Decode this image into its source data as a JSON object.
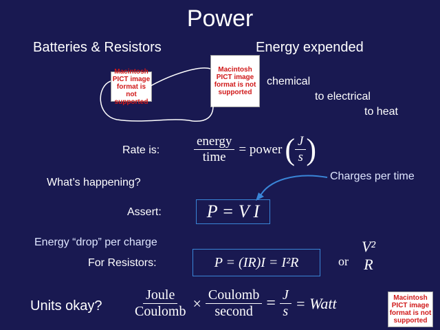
{
  "title": "Power",
  "subtitle_left": "Batteries & Resistors",
  "subtitle_right": "Energy expended",
  "pict_placeholder": "Macintosh PICT image format is not supported",
  "conversion": {
    "line1": "chemical",
    "line2": "to electrical",
    "line3": "to heat"
  },
  "rate_label": "Rate is:",
  "rate_eq": {
    "num": "energy",
    "den": "time",
    "equals": "= power",
    "unit_num": "J",
    "unit_den": "s"
  },
  "charges_per_time": "Charges per time",
  "whats_happening": "What’s happening?",
  "assert_label": "Assert:",
  "assert_eq": "P = V I",
  "energy_drop": "Energy “drop” per charge",
  "for_resistors": "For Resistors:",
  "resistor_eq": "P = (IR)I = I²R",
  "or_text": "or",
  "alt_eq": {
    "num": "V²",
    "den": "R"
  },
  "units_label": "Units okay?",
  "units_eq": {
    "f1_num": "Joule",
    "f1_den": "Coulomb",
    "times": "×",
    "f2_num": "Coulomb",
    "f2_den": "second",
    "eq1": "=",
    "f3_num": "J",
    "f3_den": "s",
    "result": "= Watt"
  },
  "colors": {
    "background": "#191951",
    "text": "#ffffff",
    "box_border": "#3a86d8",
    "arrow": "#3a86d8",
    "pict_text": "#d01818"
  }
}
